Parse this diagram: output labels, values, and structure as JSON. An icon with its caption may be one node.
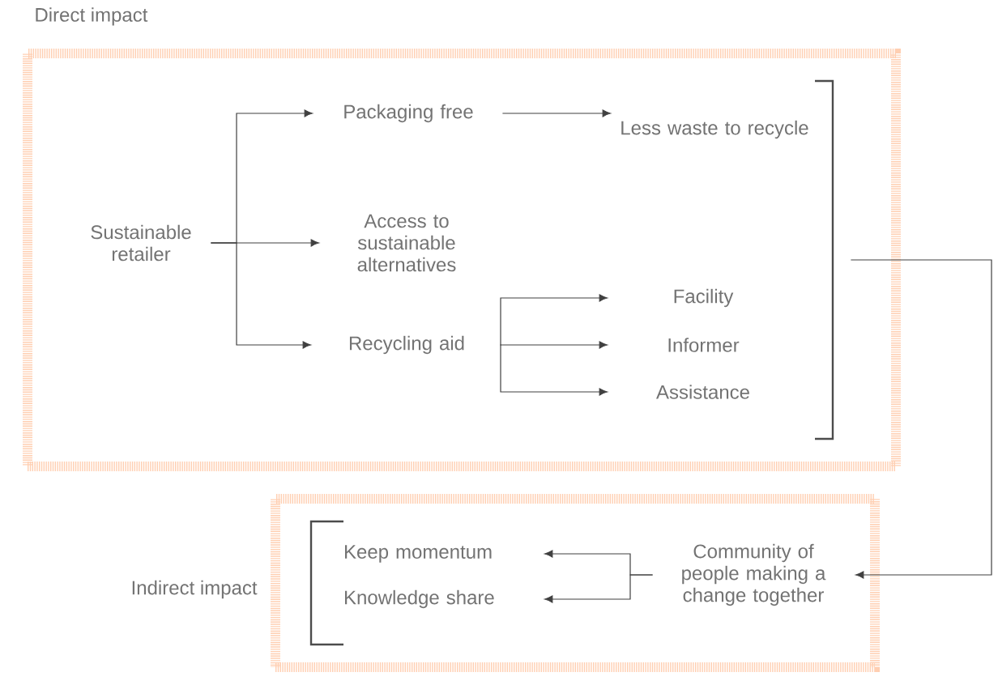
{
  "diagram": {
    "nodes": [
      {
        "text": [
          "Direct impact"
        ]
      },
      {
        "text": [
          "Sustainable retailer"
        ],
        "in": 0
      },
      {
        "text": [
          "Packaging free"
        ],
        "in": 0
      },
      {
        "text": [
          "Access to sustainable alternatives"
        ],
        "in": 0
      },
      {
        "text": [
          "Recycling aid"
        ],
        "in": 0
      },
      {
        "text": [
          "Less waste to recycle"
        ],
        "in": 0
      },
      {
        "text": [
          "Facility"
        ],
        "in": 0
      },
      {
        "text": [
          "Informer"
        ],
        "in": 0
      },
      {
        "text": [
          "Assistance"
        ],
        "in": 0
      },
      {
        "text": [
          "Indirect impact"
        ]
      },
      {
        "text": [
          "Keep momentum"
        ],
        "in": 9
      },
      {
        "text": [
          "Knowledge share"
        ],
        "in": 9
      },
      {
        "text": [
          "Community of people making a change together"
        ],
        "in": 9
      },
      {
        "text": [],
        "shape": "bracket",
        "in": 0
      }
    ],
    "edges": [
      {
        "from": 1,
        "to": 2,
        "arrow": "to"
      },
      {
        "from": 1,
        "to": 3,
        "arrow": "to"
      },
      {
        "from": 1,
        "to": 4,
        "arrow": "to"
      },
      {
        "from": 2,
        "to": 5,
        "arrow": "to"
      },
      {
        "from": 4,
        "to": 6,
        "arrow": "to"
      },
      {
        "from": 4,
        "to": 7,
        "arrow": "to"
      },
      {
        "from": 4,
        "to": 8,
        "arrow": "to"
      },
      {
        "from": 13,
        "to": 12,
        "arrow": "to"
      },
      {
        "from": 12,
        "to": 10,
        "arrow": "to"
      },
      {
        "from": 12,
        "to": 11,
        "arrow": "to"
      }
    ]
  }
}
